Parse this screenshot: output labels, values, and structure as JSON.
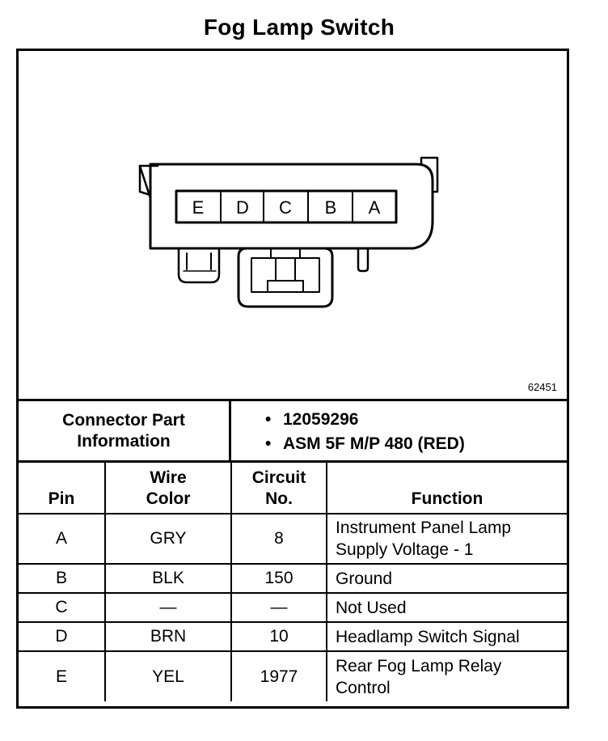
{
  "title": "Fog Lamp Switch",
  "figure_id": "62451",
  "connector": {
    "cavities": [
      "E",
      "D",
      "C",
      "B",
      "A"
    ]
  },
  "part_info": {
    "label_line1": "Connector Part",
    "label_line2": "Information",
    "items": [
      "12059296",
      "ASM 5F M/P 480 (RED)"
    ]
  },
  "table": {
    "headers": {
      "pin": "Pin",
      "wire_color_line1": "Wire",
      "wire_color_line2": "Color",
      "circuit_line1": "Circuit",
      "circuit_line2": "No.",
      "function": "Function"
    },
    "rows": [
      {
        "pin": "A",
        "color": "GRY",
        "circuit": "8",
        "function_line1": "Instrument Panel Lamp",
        "function_line2": "Supply Voltage - 1"
      },
      {
        "pin": "B",
        "color": "BLK",
        "circuit": "150",
        "function_line1": "Ground",
        "function_line2": ""
      },
      {
        "pin": "C",
        "color": "—",
        "circuit": "—",
        "function_line1": "Not Used",
        "function_line2": ""
      },
      {
        "pin": "D",
        "color": "BRN",
        "circuit": "10",
        "function_line1": "Headlamp Switch Signal",
        "function_line2": ""
      },
      {
        "pin": "E",
        "color": "YEL",
        "circuit": "1977",
        "function_line1": "Rear Fog Lamp Relay",
        "function_line2": "Control"
      }
    ]
  }
}
